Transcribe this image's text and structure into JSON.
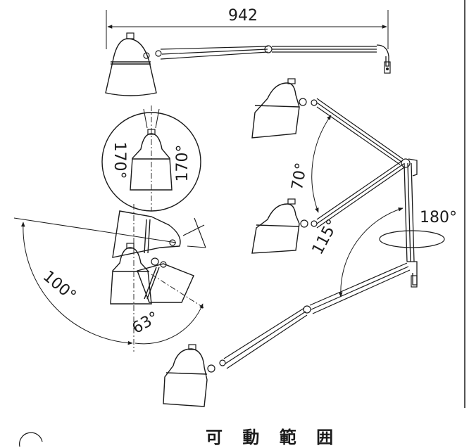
{
  "dimension_width": "942",
  "angles": {
    "tilt_left": "170°",
    "tilt_right": "170°",
    "shade_up": "100°",
    "shade_down": "63°",
    "arm_upper": "70°",
    "arm_lower": "115°",
    "base_rotation": "180°"
  },
  "caption": "可 動 範 囲"
}
